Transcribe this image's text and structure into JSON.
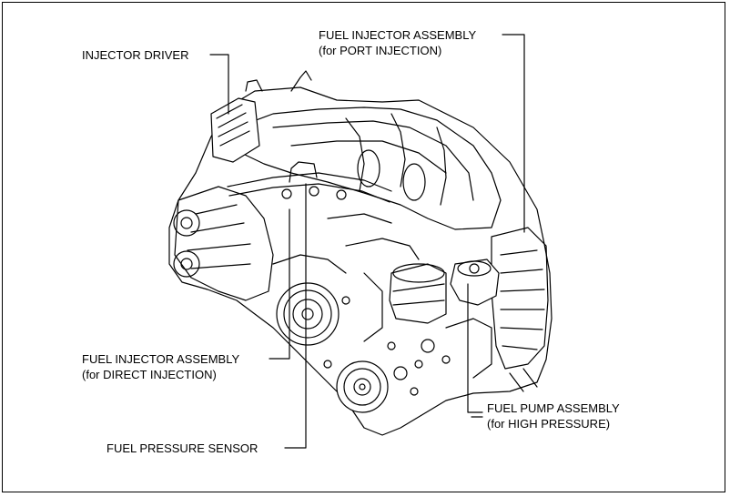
{
  "callouts": {
    "injector_driver": "INJECTOR DRIVER",
    "port_injector_title": "FUEL INJECTOR ASSEMBLY",
    "port_injector_sub": "(for PORT INJECTION)",
    "direct_injector_title": "FUEL INJECTOR ASSEMBLY",
    "direct_injector_sub": "(for DIRECT INJECTION)",
    "pressure_sensor": "FUEL PRESSURE SENSOR",
    "pump_title": "FUEL PUMP ASSEMBLY",
    "pump_sub": "(for HIGH PRESSURE)"
  },
  "colors": {
    "line": "#000000",
    "background": "#ffffff"
  }
}
